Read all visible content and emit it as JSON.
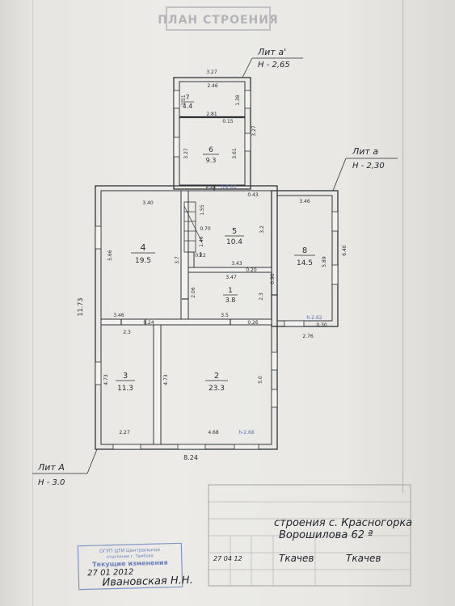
{
  "header": {
    "stamp": "ПЛАН СТРОЕНИЯ"
  },
  "labels": {
    "lit_a1": "Лит а'",
    "h_a1": "H - 2,65",
    "lit_a": "Лит а",
    "h_a": "H - 2,30",
    "lit_A": "Лит А",
    "h_A": "H - 3.0"
  },
  "rooms": [
    {
      "num": "7",
      "area": "4.4"
    },
    {
      "num": "6",
      "area": "9.3"
    },
    {
      "num": "5",
      "area": "10.4"
    },
    {
      "num": "4",
      "area": "19.5"
    },
    {
      "num": "1",
      "area": "3.8"
    },
    {
      "num": "8",
      "area": "14.5"
    },
    {
      "num": "3",
      "area": "11.3"
    },
    {
      "num": "2",
      "area": "23.3"
    }
  ],
  "dims": {
    "d_327_top": "3.27",
    "d_246": "2.46",
    "d_151": "1.51",
    "d_138": "1.38",
    "d_281": "2.81",
    "d_015": "0.15",
    "d_327_right": "3.27",
    "d_327_left": "3.27",
    "d_361": "3.61",
    "d_222": "2.22",
    "d_h_263": "h-2.63",
    "d_043": "0.43",
    "d_340": "3.40",
    "d_346": "3.46",
    "d_640": "6.40",
    "d_566": "5.66",
    "d_155": "1.55",
    "d_070": "0.70",
    "d_146": "1.46",
    "d_32": "3.2",
    "d_37": "3.7",
    "d_022": "0.22",
    "d_343": "3.43",
    "d_020": "0.20",
    "d_347": "3.47",
    "d_589": "5.89",
    "d_090": "0.90",
    "d_23": "2.3",
    "d_206": "2.06",
    "d_346b": "3.46",
    "d_024": "0.24",
    "d_35": "3.5",
    "d_026": "0.26",
    "d_h_262": "h-2.62",
    "d_030": "0.30",
    "d_276": "2.76",
    "d_1173": "11.73",
    "d_23b": "2.3",
    "d_473a": "4.73",
    "d_473b": "4.73",
    "d_50": "5.0",
    "d_227": "2.27",
    "d_468": "4.68",
    "d_h_268": "h-2.68",
    "d_824": "8.24"
  },
  "title_block": {
    "line1": "строения  с. Красногорка",
    "line2": "Ворошилова  62 ª",
    "date": "27  04  12",
    "sig1": "Ткачев",
    "sig2": "Ткачев"
  },
  "stamp_blue": {
    "line1": "ОГУП ЦТИ Центральное",
    "line2": "отделение г. Тамбова",
    "line3": "Текущие изменения",
    "date": "27   01   2012",
    "name": "Ивановская Н.Н."
  }
}
